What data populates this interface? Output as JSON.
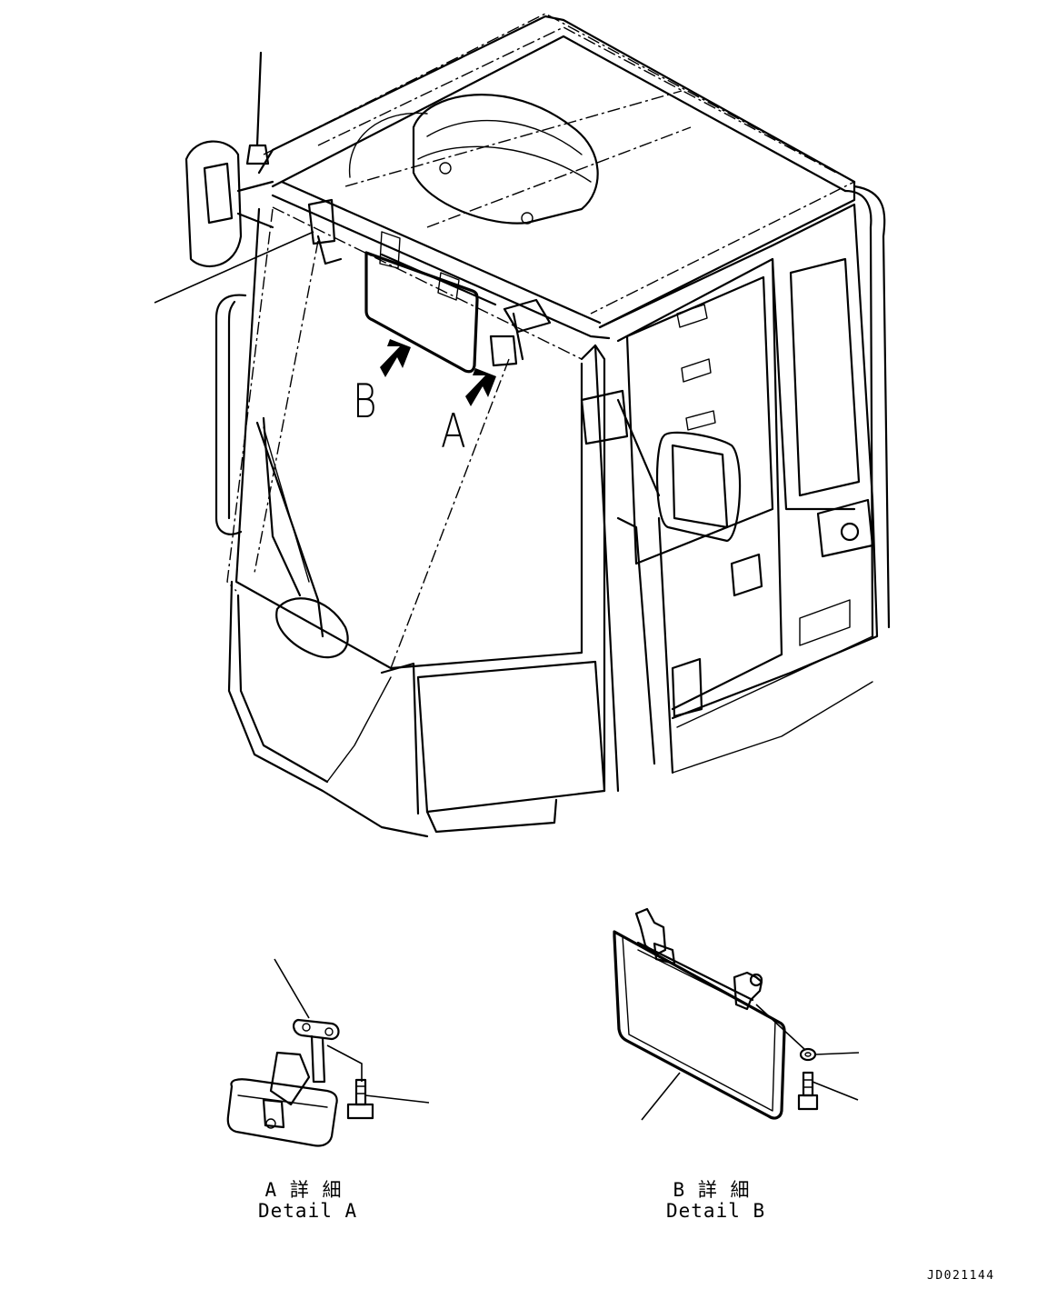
{
  "callouts": {
    "view_b": "B",
    "view_a": "A"
  },
  "details": {
    "a": {
      "jp": "A 詳 細",
      "en": "Detail A"
    },
    "b": {
      "jp": "B 詳 細",
      "en": "Detail B"
    }
  },
  "drawing_code": "JD021144",
  "colors": {
    "line": "#000000",
    "paper": "#ffffff"
  },
  "icons": [
    "view-arrow-icon"
  ]
}
